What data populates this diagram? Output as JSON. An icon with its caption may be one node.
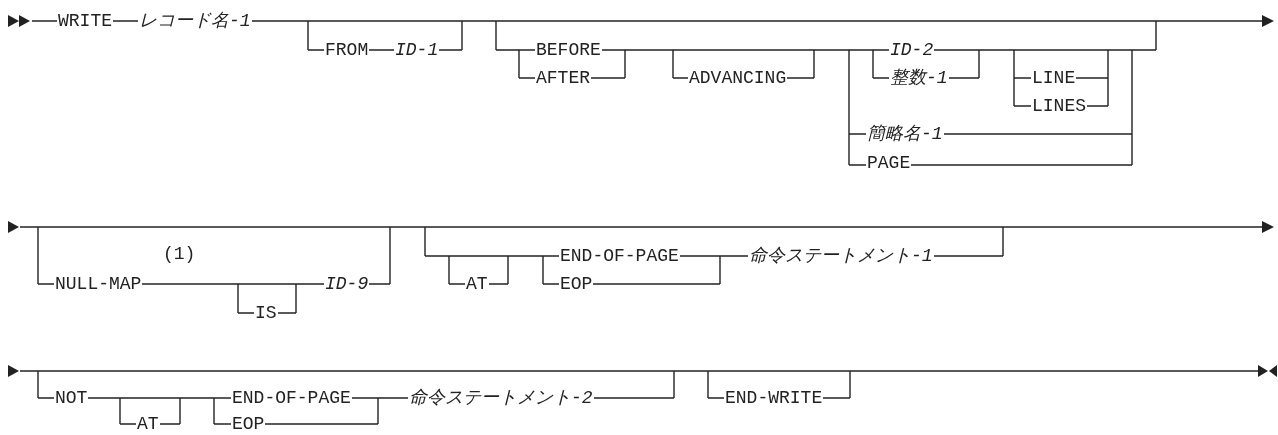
{
  "diagram": {
    "labels": [
      "WRITE",
      "レコード名-1",
      "FROM",
      "ID-1",
      "BEFORE",
      "ID-2",
      "AFTER",
      "ADVANCING",
      "整数-1",
      "LINE",
      "LINES",
      "簡略名-1",
      "PAGE",
      "(1)",
      "END-OF-PAGE",
      "命令ステートメント-1",
      "NULL-MAP",
      "ID-9",
      "AT",
      "EOP",
      "IS",
      "NOT",
      "END-OF-PAGE",
      "命令ステートメント-2",
      "END-WRITE",
      "AT",
      "EOP"
    ]
  }
}
